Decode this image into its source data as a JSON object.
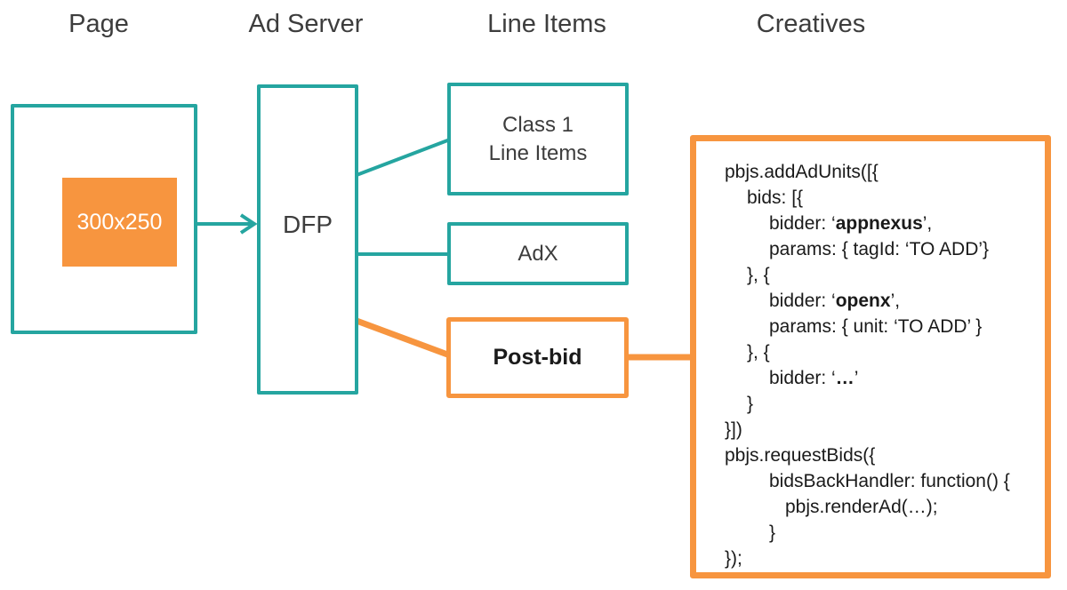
{
  "colors": {
    "teal": "#25a5a0",
    "orange": "#f7953f",
    "text": "#3d3d3d"
  },
  "headers": {
    "page": "Page",
    "ad_server": "Ad Server",
    "line_items": "Line Items",
    "creatives": "Creatives"
  },
  "page_box": {
    "ad_slot_label": "300x250"
  },
  "ad_server_box": {
    "label": "DFP"
  },
  "line_items": {
    "class1": {
      "line1": "Class 1",
      "line2": "Line Items"
    },
    "adx": "AdX",
    "post_bid": "Post-bid"
  },
  "creatives": {
    "code_lines": [
      {
        "indent": 0,
        "segments": [
          {
            "text": "pbjs.addAdUnits([{"
          }
        ]
      },
      {
        "indent": 1,
        "segments": [
          {
            "text": "bids: [{"
          }
        ]
      },
      {
        "indent": 2,
        "segments": [
          {
            "text": "bidder: ‘"
          },
          {
            "text": "appnexus",
            "bold": true
          },
          {
            "text": "’,"
          }
        ]
      },
      {
        "indent": 2,
        "segments": [
          {
            "text": "params: { tagId: ‘TO ADD’}"
          }
        ]
      },
      {
        "indent": 1,
        "segments": [
          {
            "text": "}, {"
          }
        ]
      },
      {
        "indent": 2,
        "segments": [
          {
            "text": "bidder: ‘"
          },
          {
            "text": "openx",
            "bold": true
          },
          {
            "text": "’,"
          }
        ]
      },
      {
        "indent": 2,
        "segments": [
          {
            "text": "params: { unit: ‘TO ADD’ }"
          }
        ]
      },
      {
        "indent": 1,
        "segments": [
          {
            "text": "}, {"
          }
        ]
      },
      {
        "indent": 2,
        "segments": [
          {
            "text": "bidder: ‘"
          },
          {
            "text": "…",
            "bold": true
          },
          {
            "text": "’"
          }
        ]
      },
      {
        "indent": 1,
        "segments": [
          {
            "text": "}"
          }
        ]
      },
      {
        "indent": 0,
        "segments": [
          {
            "text": "}])"
          }
        ]
      },
      {
        "indent": 0,
        "segments": [
          {
            "text": "pbjs.requestBids({"
          }
        ]
      },
      {
        "indent": 2,
        "segments": [
          {
            "text": "bidsBackHandler: function() {"
          }
        ]
      },
      {
        "indent": 3,
        "segments": [
          {
            "text": "pbjs.renderAd(…);"
          }
        ]
      },
      {
        "indent": 2,
        "segments": [
          {
            "text": "}"
          }
        ]
      },
      {
        "indent": 0,
        "segments": [
          {
            "text": "});"
          }
        ]
      }
    ]
  }
}
